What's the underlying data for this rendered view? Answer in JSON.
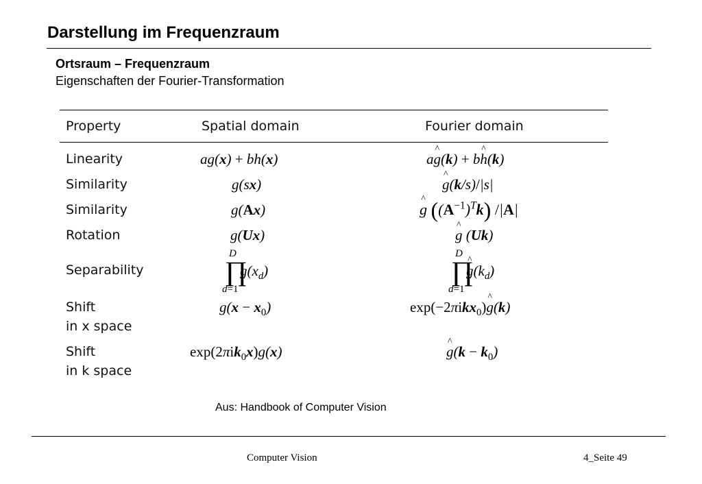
{
  "header": {
    "title": "Darstellung im Frequenzraum",
    "subtitle": "Ortsraum – Frequenzraum",
    "subtitle2": "Eigenschaften der Fourier-Transformation"
  },
  "table": {
    "headers": [
      "Property",
      "Spatial domain",
      "Fourier domain"
    ],
    "rows": [
      {
        "property": "Linearity"
      },
      {
        "property": "Similarity"
      },
      {
        "property": "Similarity"
      },
      {
        "property": "Rotation"
      },
      {
        "property": "Separability"
      },
      {
        "property": "Shift",
        "property2": "in x space"
      },
      {
        "property": "Shift",
        "property2": "in k space"
      }
    ]
  },
  "caption": "Aus: Handbook of Computer Vision",
  "footer": {
    "center": "Computer Vision",
    "right": "4_Seite 49"
  }
}
